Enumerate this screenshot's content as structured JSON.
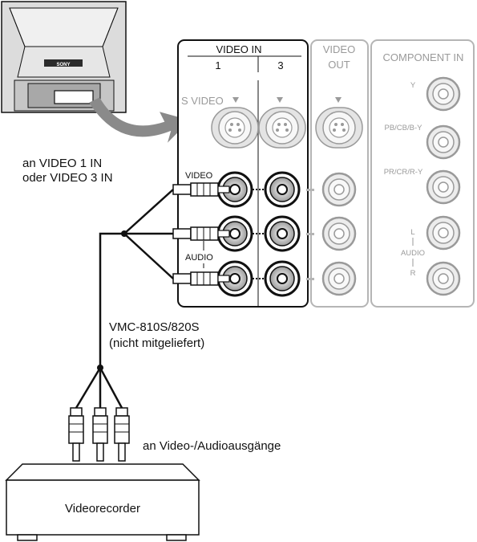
{
  "tv": {
    "brand": "SONY"
  },
  "panel": {
    "video_in": {
      "title": "VIDEO IN",
      "col1": "1",
      "col3": "3"
    },
    "video_out": {
      "line1": "VIDEO",
      "line2": "OUT"
    },
    "component_in": {
      "title": "COMPONENT IN"
    },
    "svideo_label": "S VIDEO",
    "video_label": "VIDEO",
    "audio_label": "AUDIO",
    "comp_labels": {
      "y": "Y",
      "pb": "PB/CB/B-Y",
      "pr": "PR/CR/R-Y",
      "l": "L",
      "audio": "AUDIO",
      "r": "R"
    }
  },
  "labels": {
    "input_line1": "an VIDEO 1 IN",
    "input_line2": "oder VIDEO 3 IN",
    "cable_line1": "VMC-810S/820S",
    "cable_line2": "(nicht mitgeliefert)",
    "outputs": "an Video-/Audioausgänge",
    "vcr": "Videorecorder"
  }
}
